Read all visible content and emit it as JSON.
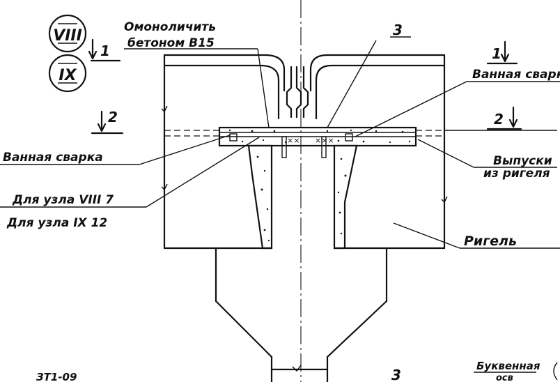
{
  "node_markers": {
    "node_viii": "VIII",
    "node_ix": "IX"
  },
  "section_marks": {
    "mark_1_left": "1",
    "mark_1_right": "1",
    "mark_2_left": "2",
    "mark_2_right": "2",
    "mark_3_top": "3",
    "mark_3_bottom": "3"
  },
  "labels": {
    "concrete_line1": "Омоноличить",
    "concrete_line2": "бетоном В15",
    "bath_weld_left": "Ванная сварка",
    "bath_weld_right": "Ванная сварка",
    "node_viii_note": "Для узла VIII 7",
    "node_ix_note": "Для узла IX 12",
    "outlets_line1": "Выпуски",
    "outlets_line2": "из ригеля",
    "beam": "Ригель",
    "letter_line1": "Буквенная",
    "letter_line2": "осв",
    "sheet_code": "ЗТ1-09"
  }
}
